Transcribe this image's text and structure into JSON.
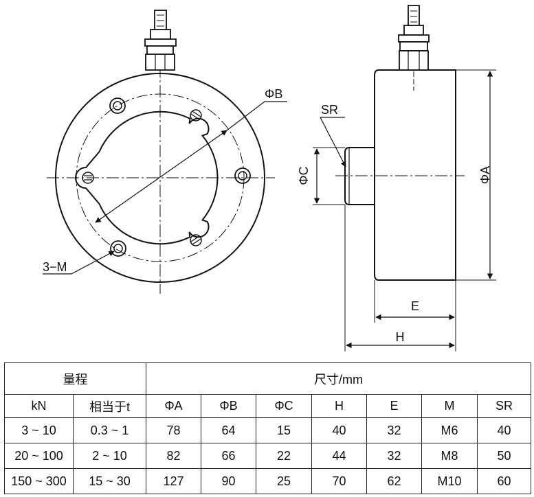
{
  "labels": {
    "phi_b": "ΦB",
    "sr": "SR",
    "phi_c": "ΦC",
    "phi_a": "ΦA",
    "three_m": "3−M",
    "e": "E",
    "h": "H"
  },
  "table": {
    "group_range": "量程",
    "group_dims": "尺寸/mm",
    "columns": [
      "kN",
      "相当于t",
      "ΦA",
      "ΦB",
      "ΦC",
      "H",
      "E",
      "M",
      "SR"
    ],
    "rows": [
      [
        "3 ~ 10",
        "0.3 ~ 1",
        "78",
        "64",
        "15",
        "40",
        "32",
        "M6",
        "40"
      ],
      [
        "20 ~ 100",
        "2 ~ 10",
        "82",
        "66",
        "22",
        "44",
        "32",
        "M8",
        "50"
      ],
      [
        "150 ~ 300",
        "15 ~ 30",
        "127",
        "90",
        "25",
        "70",
        "62",
        "M10",
        "60"
      ]
    ]
  }
}
